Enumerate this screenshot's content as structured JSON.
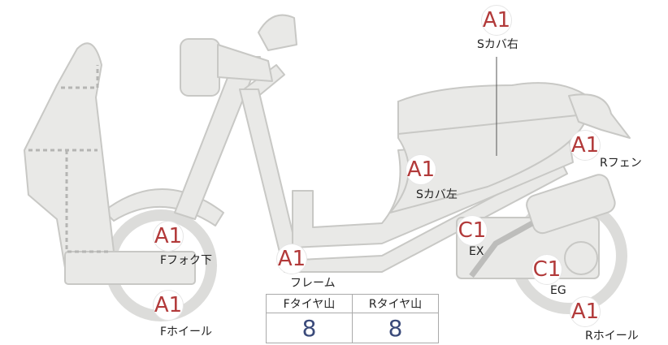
{
  "parts": [
    {
      "id": "s-cover-right",
      "grade": "A1",
      "label": "Sカバ右"
    },
    {
      "id": "r-fender",
      "grade": "A1",
      "label": "Rフェン"
    },
    {
      "id": "s-cover-left",
      "grade": "A1",
      "label": "Sカバ左"
    },
    {
      "id": "exhaust",
      "grade": "C1",
      "label": "EX"
    },
    {
      "id": "f-fork-lower",
      "grade": "A1",
      "label": "Fフォク下"
    },
    {
      "id": "frame",
      "grade": "A1",
      "label": "フレーム"
    },
    {
      "id": "engine",
      "grade": "C1",
      "label": "EG"
    },
    {
      "id": "f-wheel",
      "grade": "A1",
      "label": "Fホイール"
    },
    {
      "id": "r-wheel",
      "grade": "A1",
      "label": "Rホイール"
    }
  ],
  "tire_table": {
    "headers": [
      "Fタイヤ山",
      "Rタイヤ山"
    ],
    "values": [
      "8",
      "8"
    ]
  },
  "colors": {
    "grade_text": "#b23a3a",
    "value_text": "#3a4a7a",
    "body_fill": "#e9e9e7",
    "outline": "#c8c8c5"
  }
}
